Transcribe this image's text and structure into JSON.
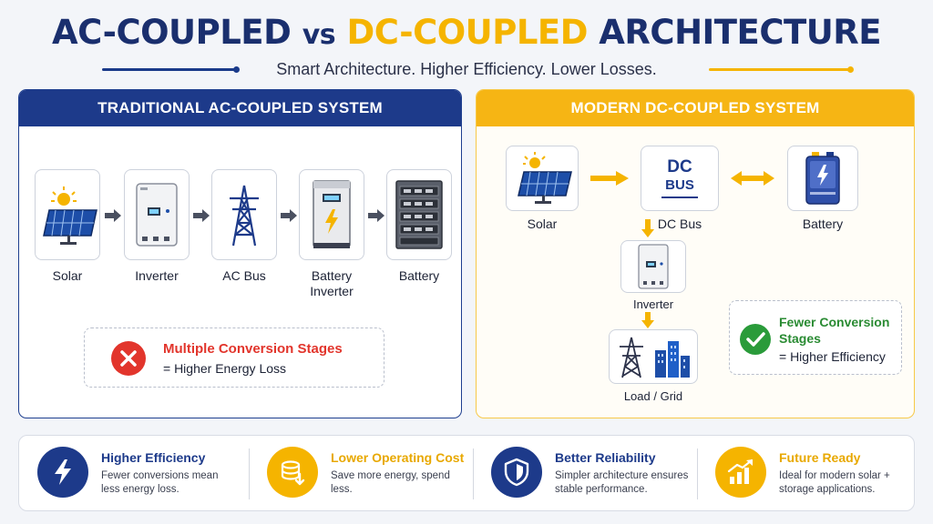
{
  "header": {
    "title_part1": "AC-COUPLED",
    "title_vs": "vs",
    "title_part2": "DC-COUPLED",
    "title_part3": "ARCHITECTURE",
    "subtitle": "Smart Architecture. Higher Efficiency. Lower Losses."
  },
  "ac_panel": {
    "heading": "TRADITIONAL AC-COUPLED SYSTEM",
    "stages": [
      {
        "label": "Solar",
        "icon": "solar-panel-icon"
      },
      {
        "label": "Inverter",
        "icon": "inverter-icon"
      },
      {
        "label": "AC Bus",
        "icon": "transmission-tower-icon"
      },
      {
        "label": "Battery Inverter",
        "icon": "battery-inverter-icon"
      },
      {
        "label": "Battery",
        "icon": "battery-rack-icon"
      }
    ],
    "note_title": "Multiple Conversion Stages",
    "note_body": "= Higher Energy Loss",
    "note_icon": "error-x-icon"
  },
  "dc_panel": {
    "heading": "MODERN DC-COUPLED SYSTEM",
    "solar_label": "Solar",
    "dcbus_label": "DC Bus",
    "dcbus_box_line1": "DC",
    "dcbus_box_line2": "BUS",
    "battery_label": "Battery",
    "inverter_label": "Inverter",
    "load_label": "Load / Grid",
    "note_title": "Fewer Conversion Stages",
    "note_body": "= Higher Efficiency",
    "note_icon": "checkmark-icon"
  },
  "features": [
    {
      "title": "Higher Efficiency",
      "text": "Fewer conversions mean less energy loss.",
      "icon": "lightning-icon",
      "color": "#1d3a8a",
      "title_color": "#1d3a8a"
    },
    {
      "title": "Lower Operating Cost",
      "text": "Save more energy, spend less.",
      "icon": "coins-icon",
      "color": "#f5b400",
      "title_color": "#e8a800"
    },
    {
      "title": "Better Reliability",
      "text": "Simpler architecture ensures stable performance.",
      "icon": "shield-icon",
      "color": "#1d3a8a",
      "title_color": "#1d3a8a"
    },
    {
      "title": "Future Ready",
      "text": "Ideal for modern solar + storage applications.",
      "icon": "growth-chart-icon",
      "color": "#f5b400",
      "title_color": "#e8a800"
    }
  ],
  "colors": {
    "navy": "#1d3a8a",
    "gold": "#f5b400",
    "red": "#e2352c",
    "green": "#2a8b33"
  }
}
